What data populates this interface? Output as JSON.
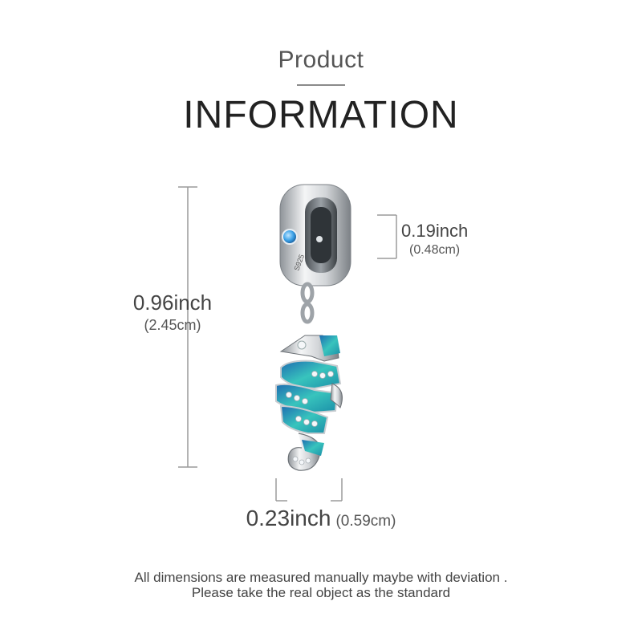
{
  "header": {
    "subtitle": "Product",
    "title": "INFORMATION"
  },
  "dimensions": {
    "height": {
      "inch": "0.96inch",
      "cm": "(2.45cm)"
    },
    "ring": {
      "inch": "0.19inch",
      "cm": "(0.48cm)"
    },
    "width": {
      "inch": "0.23inch",
      "cm": "(0.59cm)"
    }
  },
  "product_image": {
    "description_icon": "seahorse-charm-image",
    "stamp": "S925",
    "colors": {
      "silver": "#c9ccd0",
      "enamel_teal": "#2fb7b7",
      "enamel_blue": "#1f6fb5",
      "stone_blue": "#3aa0e6"
    }
  },
  "disclaimer": {
    "line1": "All dimensions are measured manually maybe with deviation .",
    "line2": "Please take the real object as the standard"
  }
}
